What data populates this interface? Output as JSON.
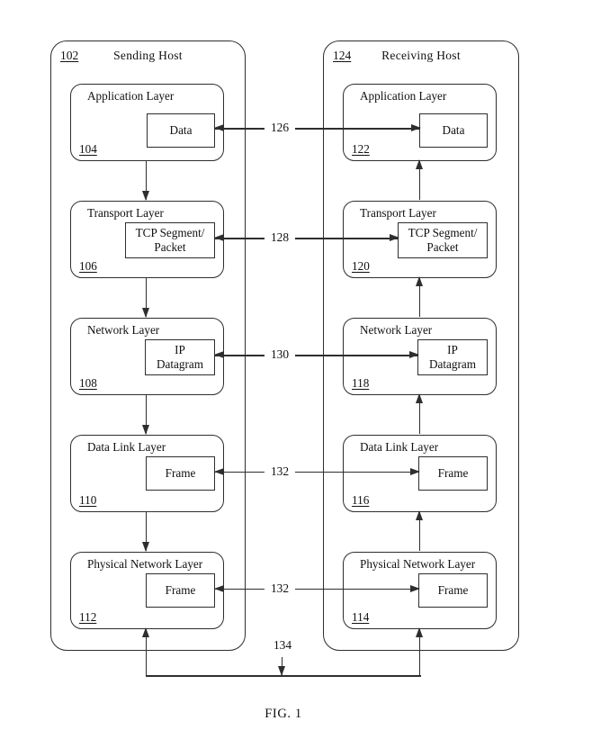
{
  "figure": {
    "caption": "FIG. 1"
  },
  "hosts": {
    "sending": {
      "ref": "102",
      "title": "Sending Host",
      "layers": [
        {
          "ref": "104",
          "title": "Application Layer",
          "payload": "Data"
        },
        {
          "ref": "106",
          "title": "Transport Layer",
          "payload": "TCP Segment/\nPacket"
        },
        {
          "ref": "108",
          "title": "Network Layer",
          "payload": "IP\nDatagram"
        },
        {
          "ref": "110",
          "title": "Data Link Layer",
          "payload": "Frame"
        },
        {
          "ref": "112",
          "title": "Physical Network Layer",
          "payload": "Frame"
        }
      ]
    },
    "receiving": {
      "ref": "124",
      "title": "Receiving Host",
      "layers": [
        {
          "ref": "122",
          "title": "Application Layer",
          "payload": "Data"
        },
        {
          "ref": "120",
          "title": "Transport Layer",
          "payload": "TCP Segment/\nPacket"
        },
        {
          "ref": "118",
          "title": "Network Layer",
          "payload": "IP\nDatagram"
        },
        {
          "ref": "116",
          "title": "Data Link Layer",
          "payload": "Frame"
        },
        {
          "ref": "114",
          "title": "Physical Network Layer",
          "payload": "Frame"
        }
      ]
    }
  },
  "connections": {
    "horizontal": [
      {
        "label": "126"
      },
      {
        "label": "128"
      },
      {
        "label": "130"
      },
      {
        "label": "132"
      },
      {
        "label": "132"
      }
    ],
    "physical_link": {
      "label": "134"
    }
  }
}
